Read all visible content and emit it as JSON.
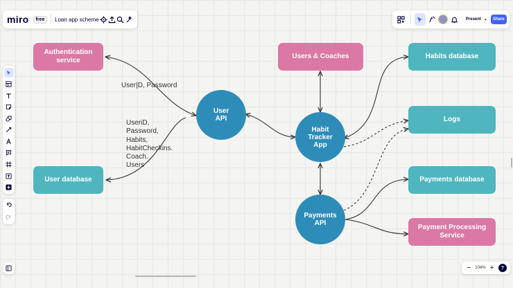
{
  "app": {
    "logo": "miro",
    "plan": "free",
    "board_name": "Loan app scheme"
  },
  "topbar": {
    "present_label": "Present",
    "share_label": "Share"
  },
  "zoom": {
    "level": "104%"
  },
  "help": {
    "label": "?"
  },
  "toolbar": {
    "tools": [
      "select-icon",
      "template-icon",
      "text-icon",
      "sticky-note-icon",
      "shapes-icon",
      "connection-line-icon",
      "pen-icon",
      "comment-icon",
      "frame-icon",
      "upload-icon",
      "add-icon"
    ],
    "history": [
      "undo-icon",
      "redo-icon"
    ]
  },
  "diagram": {
    "nodes": {
      "auth_service": "Authentication service",
      "user_database": "User database",
      "users_coaches": "Users & Coaches",
      "habits_database": "Habits database",
      "logs": "Logs",
      "payments_database": "Payments database",
      "payment_processing": "Payment Processing Service",
      "user_api": "User API",
      "habit_tracker_app": "Habit Tracker App",
      "payments_api": "Payments API"
    },
    "labels": {
      "auth_edge": "User|D, Password",
      "db_edge": [
        "UseriD,",
        "Password,",
        "Habits,",
        "HabitCheckins.",
        "Coach.",
        "Users"
      ]
    }
  },
  "colors": {
    "pink": "#db78a5",
    "teal": "#4fb6c0",
    "circle": "#2e8cb9",
    "accent": "#4262ff"
  }
}
